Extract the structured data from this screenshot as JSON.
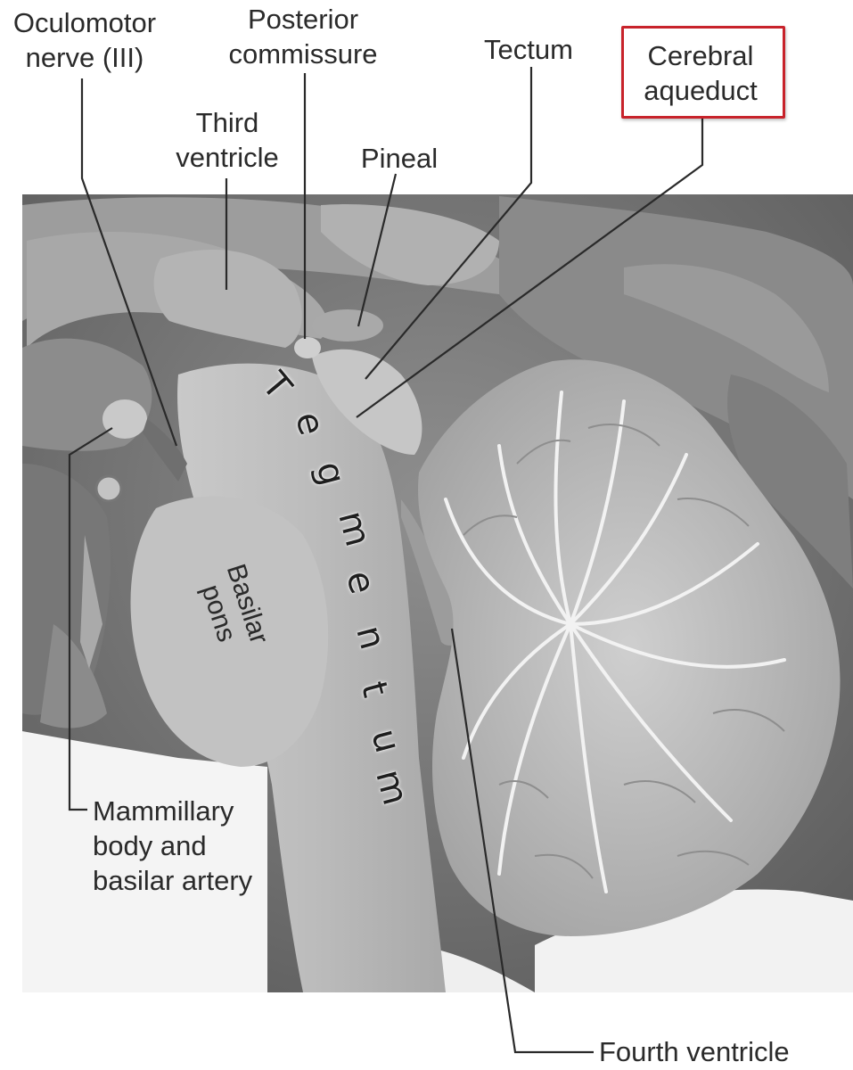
{
  "labels": {
    "oculomotor": [
      "Oculomotor",
      "nerve (III)"
    ],
    "posterior_commissure": [
      "Posterior",
      "commissure"
    ],
    "tectum": [
      "Tectum"
    ],
    "cerebral_aqueduct": [
      "Cerebral",
      "aqueduct"
    ],
    "third_ventricle": [
      "Third",
      "ventricle"
    ],
    "pineal": [
      "Pineal"
    ],
    "mammillary": [
      "Mammillary",
      "body and",
      "basilar artery"
    ],
    "fourth_ventricle": [
      "Fourth ventricle"
    ],
    "basilar_pons": [
      "Basilar",
      "pons"
    ],
    "tegmentum": "Tegmentum"
  },
  "colors": {
    "highlight_border": "#c8232b",
    "leader_line": "#2a2a2a",
    "background": "#ffffff"
  }
}
